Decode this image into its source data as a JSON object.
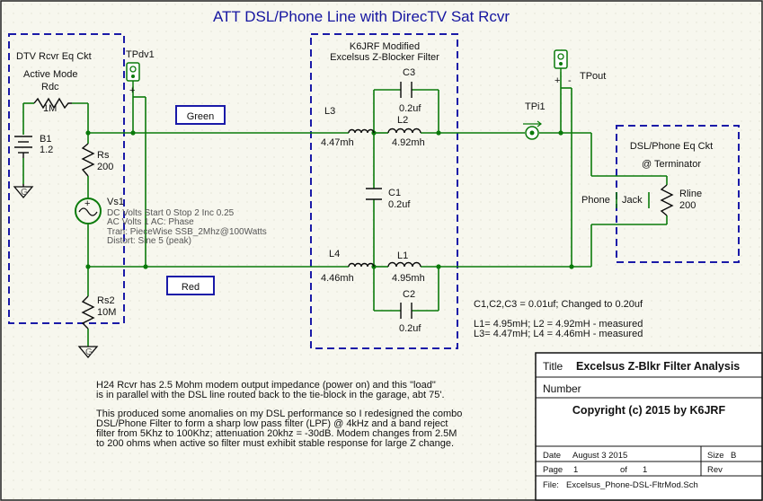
{
  "title": "ATT DSL/Phone Line with DirecTV Sat Rcvr",
  "dtv_box": {
    "title": "DTV Rcvr Eq Ckt",
    "mode": "Active Mode"
  },
  "filter_box": {
    "line1": "K6JRF Modified",
    "line2": "Excelsus Z-Blocker Filter"
  },
  "eq_box": {
    "title": "DSL/Phone Eq Ckt",
    "sub": "@ Terminator",
    "phone": "Phone",
    "jack": "Jack"
  },
  "wire_labels": {
    "green": "Green",
    "red": "Red"
  },
  "components": {
    "rdc": {
      "name": "Rdc",
      "value": "1M"
    },
    "b1": {
      "name": "B1",
      "value": "1.2"
    },
    "ground": "G",
    "rs": {
      "name": "Rs",
      "value": "200"
    },
    "rs2": {
      "name": "Rs2",
      "value": "10M"
    },
    "vs1": {
      "name": "Vs1",
      "line1": "DC  Volts  Start 0  Stop 2  Inc 0.25",
      "line2": "AC  Volts  1  AC: Phase",
      "line3": "Tran: PieceWise  SSB_2Mhz@100Watts",
      "line4": "Distort: Sine  5 (peak)"
    },
    "tpdv1": "TPdv1",
    "tpout": "TPout",
    "tpi1": "TPi1",
    "l3": {
      "name": "L3",
      "value": "4.47mh"
    },
    "l2": {
      "name": "L2",
      "value": "4.92mh"
    },
    "c3": {
      "name": "C3",
      "value": "0.2uf"
    },
    "c1": {
      "name": "C1",
      "value": "0.2uf"
    },
    "l4": {
      "name": "L4",
      "value": "4.46mh"
    },
    "l1": {
      "name": "L1",
      "value": "4.95mh"
    },
    "c2": {
      "name": "C2",
      "value": "0.2uf"
    },
    "rline": {
      "name": "Rline",
      "value": "200"
    }
  },
  "notes": {
    "caps": "C1,C2,C3 = 0.01uf; Changed to 0.20uf",
    "l_line1": "L1= 4.95mH; L2 = 4.92mH - measured",
    "l_line2": "L3= 4.47mH; L4 = 4.46mH - measured",
    "para1_line1": "H24 Rcvr has 2.5 Mohm modem output impedance (power on) and this \"load\"",
    "para1_line2": "is in parallel with the DSL line routed back to the tie-block in the garage, abt 75'.",
    "para2_line1": "This produced some anomalies on my DSL performance so I redesigned the combo",
    "para2_line2": "DSL/Phone Filter to form a sharp low pass filter (LPF) @ 4kHz and a band reject",
    "para2_line3": "filter from 5Khz to 100Khz; attenuation 20khz = -30dB.  Modem changes from 2.5M",
    "para2_line4": "to 200 ohms when active so filter must exhibit stable response for large Z change."
  },
  "title_block": {
    "title_label": "Title",
    "title_value": "Excelsus Z-Blkr Filter Analysis",
    "number_label": "Number",
    "copyright": "Copyright (c) 2015 by K6JRF",
    "date_label": "Date",
    "date_value": "August 3 2015",
    "size_label": "Size",
    "size_value": "B",
    "page_label": "Page",
    "page_value": "1",
    "of_label": "of",
    "of_value": "1",
    "rev_label": "Rev",
    "file_label": "File:",
    "file_value": "Excelsus_Phone-DSL-FltrMod.Sch"
  }
}
